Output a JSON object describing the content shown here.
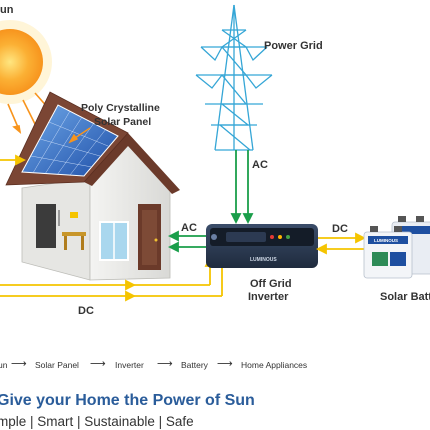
{
  "labels": {
    "sun": "un",
    "power_grid": "Power Grid",
    "panel_line1": "Poly Crystalline",
    "panel_line2": "Solar Panel",
    "ac_grid": "AC",
    "ac_left": "AC",
    "dc_right": "DC",
    "dc_bottom": "DC",
    "inverter_line1": "Off Grid",
    "inverter_line2": "Inverter",
    "battery": "Solar Batt",
    "inverter_brand": "LUMINOUS",
    "battery_brand": "LUMINOUS"
  },
  "flow": {
    "step1": "un",
    "step2": "Solar Panel",
    "step3": "Inverter",
    "step4": "Battery",
    "step5": "Home Appliances"
  },
  "tagline": "Give your Home the Power of Sun",
  "features": "mple  |  Smart  |  Sustainable  |  Safe",
  "colors": {
    "sun": "#f7941d",
    "dc_wire": "#f5c400",
    "ac_wire": "#1a9e4a",
    "tower": "#35a6d6",
    "tagline": "#2a5c9a",
    "roof": "#6b3a2a",
    "inverter": "#2b3a52"
  }
}
